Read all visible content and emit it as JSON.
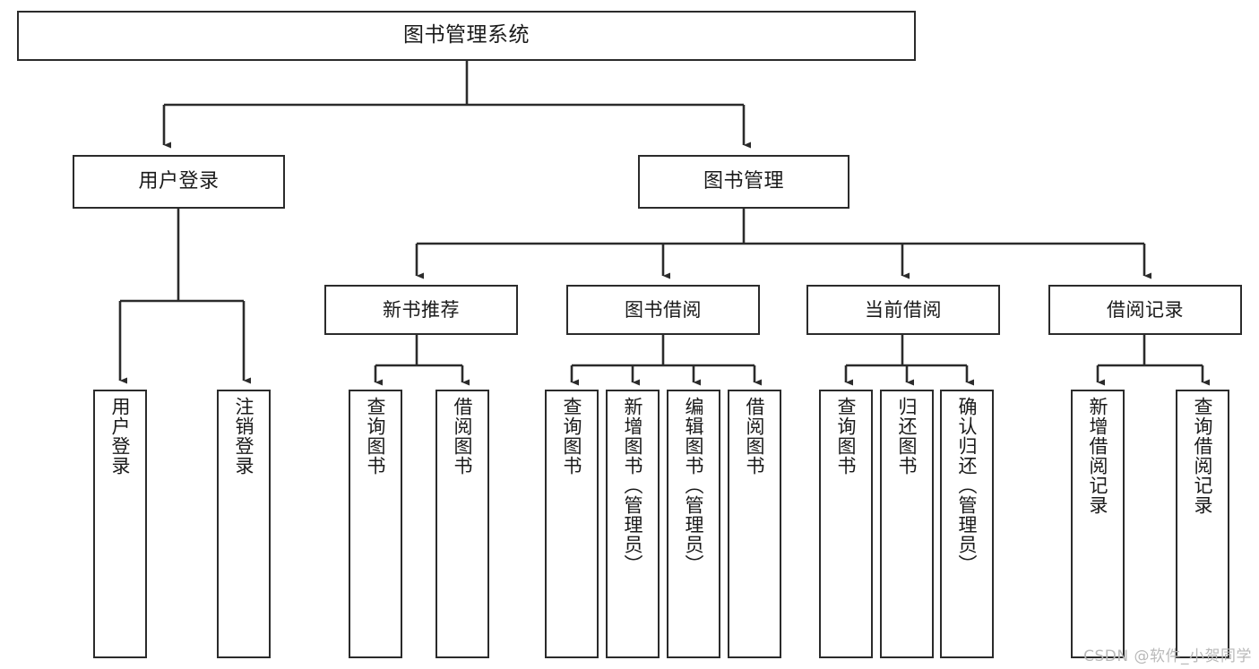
{
  "diagram": {
    "title": "图书管理系统",
    "type": "tree",
    "background_color": "#ffffff",
    "line_color": "#2b2b2b",
    "box_border_color": "#2b2b2b",
    "box_fill_color": "#ffffff",
    "text_color": "#1a1a1a"
  },
  "nodes": {
    "root": {
      "label": "图书管理系统"
    },
    "level1": [
      {
        "label": "用户登录"
      },
      {
        "label": "图书管理"
      }
    ],
    "level2": [
      {
        "label": "新书推荐"
      },
      {
        "label": "图书借阅"
      },
      {
        "label": "当前借阅"
      },
      {
        "label": "借阅记录"
      }
    ],
    "leaves": [
      {
        "label": "用户登录",
        "parent": "用户登录"
      },
      {
        "label": "注销登录",
        "parent": "用户登录"
      },
      {
        "label": "查询图书",
        "parent": "新书推荐"
      },
      {
        "label": "借阅图书",
        "parent": "新书推荐"
      },
      {
        "label": "查询图书",
        "parent": "图书借阅"
      },
      {
        "label": "新增图书（管理员）",
        "parent": "图书借阅"
      },
      {
        "label": "编辑图书（管理员）",
        "parent": "图书借阅"
      },
      {
        "label": "借阅图书",
        "parent": "图书借阅"
      },
      {
        "label": "查询图书",
        "parent": "当前借阅"
      },
      {
        "label": "归还图书",
        "parent": "当前借阅"
      },
      {
        "label": "确认归还（管理员）",
        "parent": "当前借阅"
      },
      {
        "label": "新增借阅记录",
        "parent": "借阅记录"
      },
      {
        "label": "查询借阅记录",
        "parent": "借阅记录"
      }
    ]
  },
  "watermark": {
    "text": "CSDN @软件_小贺同学"
  }
}
